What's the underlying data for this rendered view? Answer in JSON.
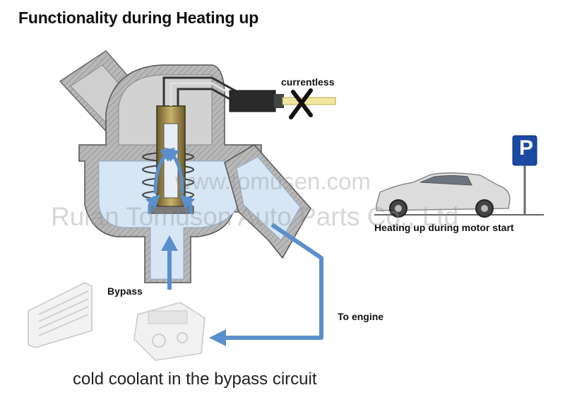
{
  "title": "Functionality during Heating up",
  "caption": "cold coolant in the bypass circuit",
  "labels": {
    "currentless": "currentless",
    "bypass": "Bypass",
    "to_engine": "To engine",
    "heating_up": "Heating up during motor start"
  },
  "parking_sign": "P",
  "watermark": {
    "url": "www.tomusen.com",
    "company": "Ruian Tomuson Auto Parts Co., Ltd"
  },
  "colors": {
    "flow_arrow": "#5b8fcc",
    "coolant": "#d6e6f5",
    "housing": "#b9b9b9",
    "parking_sign": "#1a4aa3"
  }
}
